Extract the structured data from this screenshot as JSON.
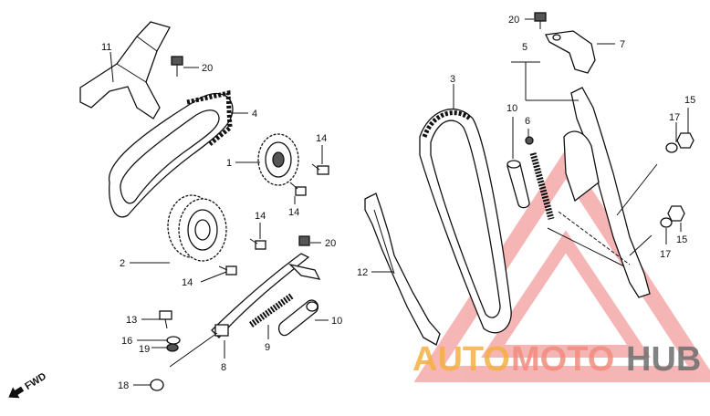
{
  "callouts": {
    "c1": "1",
    "c2": "2",
    "c3": "3",
    "c4": "4",
    "c5": "5",
    "c6": "6",
    "c7": "7",
    "c8": "8",
    "c9": "9",
    "c10a": "10",
    "c10b": "10",
    "c11": "11",
    "c12": "12",
    "c13": "13",
    "c14a": "14",
    "c14b": "14",
    "c14c": "14",
    "c14d": "14",
    "c15a": "15",
    "c15b": "15",
    "c16": "16",
    "c17a": "17",
    "c17b": "17",
    "c18": "18",
    "c19": "19",
    "c20a": "20",
    "c20b": "20",
    "c20c": "20"
  },
  "direction_label": "FWD",
  "watermark": {
    "part1": "AUTO",
    "part2": "MOTO",
    "part3": "HUB",
    "color_part1": "#f5b042",
    "color_part2": "#f28b7d",
    "color_part3": "#6e6e6e",
    "triangle_color": "#f07a7a"
  }
}
